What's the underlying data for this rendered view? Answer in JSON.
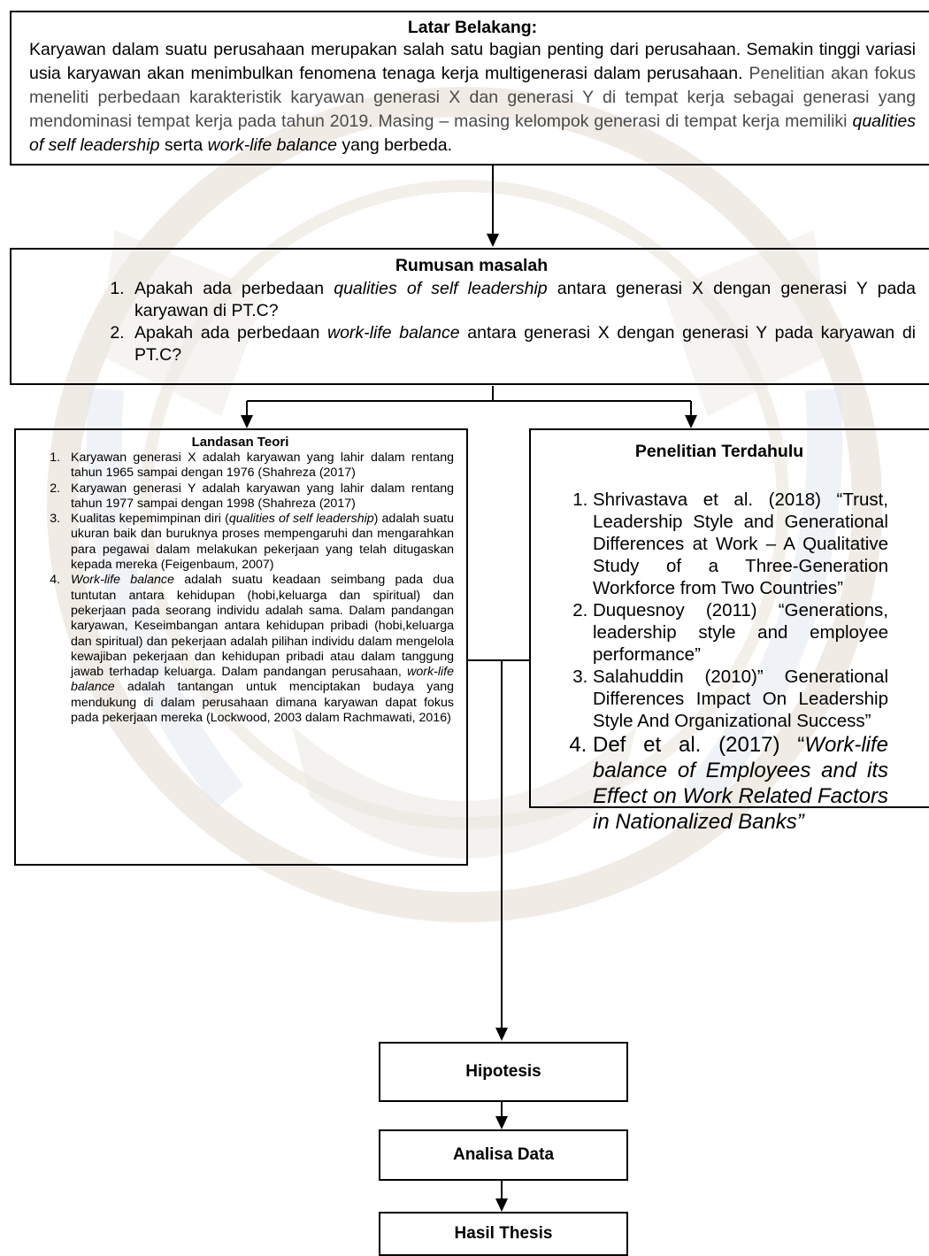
{
  "latar": {
    "title": "Latar Belakang:",
    "l1": "Karyawan dalam suatu perusahaan merupakan salah satu bagian penting dari perusahaan.",
    "l2": "Semakin tinggi variasi usia karyawan akan menimbulkan fenomena tenaga kerja multigenerasi",
    "l3": "dalam perusahaan.",
    "l3b": "Penelitian akan fokus meneliti perbedaan karakteristik karyawan generasi X dan generasi Y di tempat kerja sebagai generasi yang mendominasi tempat kerja pada tahun 2019. Masing – masing kelompok generasi di tempat kerja memiliki",
    "e1": "qualities of self leadership",
    "t2": "serta",
    "e2": "work-life balance",
    "t3": "yang berbeda."
  },
  "rumusan": {
    "title": "Rumusan masalah",
    "q1a": "Apakah ada perbedaan",
    "q1e": "qualities of self leadership",
    "q1b": "antara generasi X dengan generasi Y pada karyawan di PT.C?",
    "q2a": "Apakah ada perbedaan",
    "q2e": "work-life balance",
    "q2b": "antara generasi X dengan generasi Y pada karyawan di PT.C?"
  },
  "landasan": {
    "title": "Landasan Teori",
    "i1": "Karyawan generasi X adalah karyawan yang lahir dalam rentang tahun 1965 sampai dengan 1976 (Shahreza (2017)",
    "i2": "Karyawan generasi Y adalah karyawan yang lahir dalam rentang tahun 1977 sampai dengan 1998 (Shahreza (2017)",
    "i3a": "Kualitas kepemimpinan diri (",
    "i3e": "qualities of self leadership",
    "i3b": ") adalah suatu ukuran baik dan buruknya proses mempengaruhi dan mengarahkan para pegawai dalam melakukan pekerjaan yang telah ditugaskan kepada mereka (Feigenbaum, 2007)",
    "i4e": "Work-life balance",
    "i4a": "adalah suatu keadaan seimbang pada dua tuntutan antara kehidupan (hobi,keluarga dan spiritual) dan pekerjaan pada seorang individu adalah sama. Dalam pandangan karyawan, Keseimbangan antara kehidupan pribadi (hobi,keluarga dan spiritual) dan pekerjaan adalah pilihan individu dalam mengelola kewajiban pekerjaan dan kehidupan pribadi atau dalam tanggung jawab terhadap keluarga. Dalam pandangan perusahaan,",
    "i4e2": "work-life balance",
    "i4b": "adalah tantangan untuk menciptakan budaya yang mendukung di dalam perusahaan dimana karyawan dapat fokus pada pekerjaan mereka (Lockwood, 2003 dalam Rachmawati, 2016)"
  },
  "terdahulu": {
    "title": "Penelitian Terdahulu",
    "r1": "Shrivastava et al. (2018) “Trust, Leadership Style and Generational Differences at Work – A Qualitative Study of a Three-Generation Workforce from Two Countries”",
    "r2": "Duquesnoy (2011) “Generations, leadership style and employee performance”",
    "r3": "Salahuddin (2010)” Generational Differences Impact On Leadership Style And Organizational Success”",
    "r4a": "Def et al. (2017) “",
    "r4e": "Work-life balance of Employees and its Effect on Work Related Factors in Nationalized Banks”"
  },
  "flow": {
    "hipotesis": "Hipotesis",
    "analisa": "Analisa Data",
    "hasil": "Hasil Thesis"
  }
}
